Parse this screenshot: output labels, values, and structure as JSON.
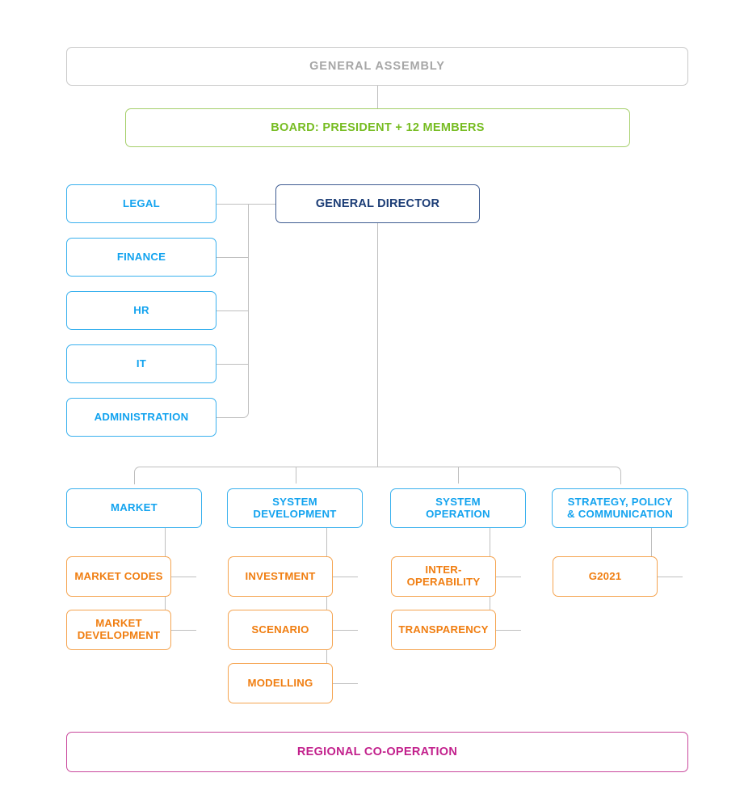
{
  "chart_data": {
    "type": "diagram",
    "title": "Organisational structure chart",
    "orientation": "top-down hierarchy",
    "levels": [
      {
        "level": 1,
        "nodes": [
          "GENERAL ASSEMBLY"
        ]
      },
      {
        "level": 2,
        "nodes": [
          "BOARD: PRESIDENT + 12 MEMBERS"
        ]
      },
      {
        "level": 3,
        "nodes": [
          "GENERAL DIRECTOR"
        ]
      },
      {
        "level": 4,
        "nodes": [
          "LEGAL",
          "FINANCE",
          "HR",
          "IT",
          "ADMINISTRATION"
        ]
      },
      {
        "level": 5,
        "nodes": [
          "MARKET",
          "SYSTEM DEVELOPMENT",
          "SYSTEM OPERATION",
          "STRATEGY, POLICY & COMMUNICATION"
        ]
      },
      {
        "level": 6,
        "nodes": [
          "MARKET CODES",
          "MARKET DEVELOPMENT",
          "INVESTMENT",
          "SCENARIO",
          "MODELLING",
          "INTER-OPERABILITY",
          "TRANSPARENCY",
          "G2021"
        ]
      },
      {
        "level": 7,
        "nodes": [
          "REGIONAL CO-OPERATION"
        ]
      }
    ],
    "edges": [
      {
        "from": "GENERAL ASSEMBLY",
        "to": "BOARD: PRESIDENT + 12 MEMBERS"
      },
      {
        "from": "GENERAL DIRECTOR",
        "to": "LEGAL"
      },
      {
        "from": "GENERAL DIRECTOR",
        "to": "FINANCE"
      },
      {
        "from": "GENERAL DIRECTOR",
        "to": "HR"
      },
      {
        "from": "GENERAL DIRECTOR",
        "to": "IT"
      },
      {
        "from": "GENERAL DIRECTOR",
        "to": "ADMINISTRATION"
      },
      {
        "from": "GENERAL DIRECTOR",
        "to": "MARKET"
      },
      {
        "from": "GENERAL DIRECTOR",
        "to": "SYSTEM DEVELOPMENT"
      },
      {
        "from": "GENERAL DIRECTOR",
        "to": "SYSTEM OPERATION"
      },
      {
        "from": "GENERAL DIRECTOR",
        "to": "STRATEGY, POLICY & COMMUNICATION"
      },
      {
        "from": "MARKET",
        "to": "MARKET CODES"
      },
      {
        "from": "MARKET",
        "to": "MARKET DEVELOPMENT"
      },
      {
        "from": "SYSTEM DEVELOPMENT",
        "to": "INVESTMENT"
      },
      {
        "from": "SYSTEM DEVELOPMENT",
        "to": "SCENARIO"
      },
      {
        "from": "SYSTEM DEVELOPMENT",
        "to": "MODELLING"
      },
      {
        "from": "SYSTEM OPERATION",
        "to": "INTER-OPERABILITY"
      },
      {
        "from": "SYSTEM OPERATION",
        "to": "TRANSPARENCY"
      },
      {
        "from": "STRATEGY, POLICY & COMMUNICATION",
        "to": "G2021"
      }
    ],
    "colors": {
      "assembly_border": "#c9c9c9",
      "assembly_text": "#a6a6a6",
      "board_border": "#a5cf6a",
      "board_text": "#76bc21",
      "director_border": "#3f5c92",
      "director_text": "#1b3c75",
      "department_border": "#3ab1ee",
      "department_text": "#13a3ef",
      "unit_border": "#f5a450",
      "unit_text": "#f07e11",
      "regional_border": "#c9489c",
      "regional_text": "#c2208c",
      "connector": "#bfbfbf",
      "background": "#ffffff"
    }
  },
  "nodes": {
    "general_assembly": {
      "label": "GENERAL ASSEMBLY"
    },
    "board": {
      "label": "BOARD: PRESIDENT + 12 MEMBERS"
    },
    "general_director": {
      "label": "GENERAL DIRECTOR"
    },
    "staff": [
      {
        "label": "LEGAL"
      },
      {
        "label": "FINANCE"
      },
      {
        "label": "HR"
      },
      {
        "label": "IT"
      },
      {
        "label": "ADMINISTRATION"
      }
    ],
    "departments": [
      {
        "label": "MARKET"
      },
      {
        "label_line1": "SYSTEM",
        "label_line2": "DEVELOPMENT"
      },
      {
        "label_line1": "SYSTEM",
        "label_line2": "OPERATION"
      },
      {
        "label_line1": "STRATEGY, POLICY",
        "label_line2": "& COMMUNICATION"
      }
    ],
    "units": {
      "market": [
        {
          "label": "MARKET CODES"
        },
        {
          "label_line1": "MARKET",
          "label_line2": "DEVELOPMENT"
        }
      ],
      "system_development": [
        {
          "label": "INVESTMENT"
        },
        {
          "label": "SCENARIO"
        },
        {
          "label": "MODELLING"
        }
      ],
      "system_operation": [
        {
          "label_line1": "INTER-",
          "label_line2": "OPERABILITY"
        },
        {
          "label": "TRANSPARENCY"
        }
      ],
      "strategy": [
        {
          "label": "G2021"
        }
      ]
    },
    "regional": {
      "label": "REGIONAL CO-OPERATION"
    }
  }
}
